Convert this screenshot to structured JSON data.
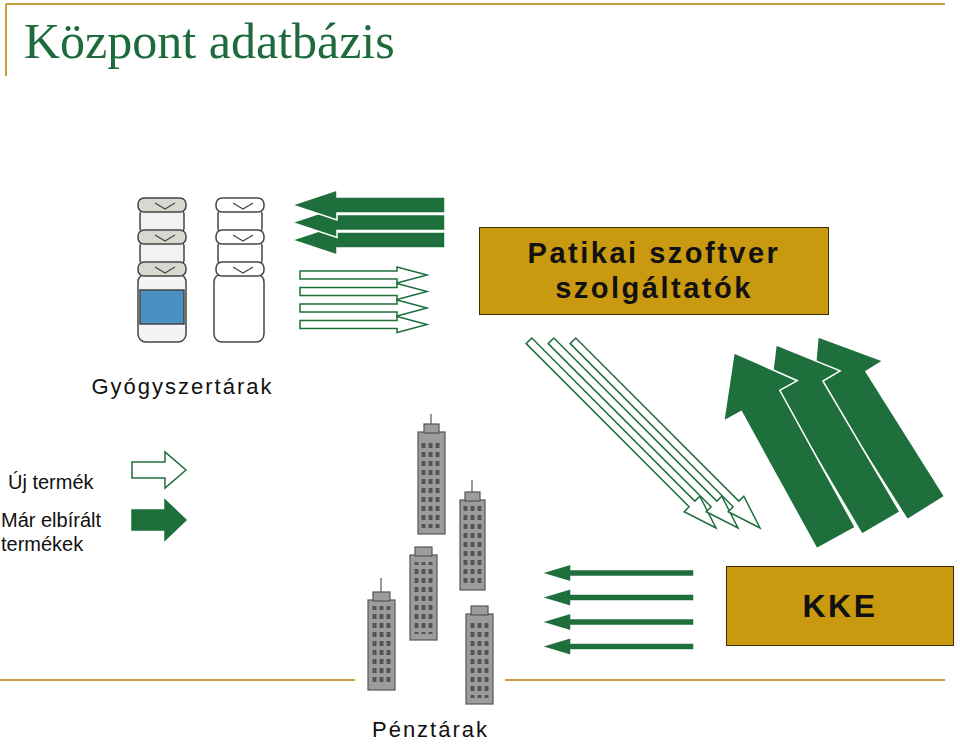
{
  "diagram": {
    "title": "Központ adatbázis",
    "nodes": [
      {
        "text": [
          "Gyógyszertárak"
        ]
      },
      {
        "text": [
          "Patikai szoftver szolgáltatók"
        ]
      },
      {
        "text": [
          "KKE"
        ]
      },
      {
        "text": [
          "Pénztárak"
        ]
      }
    ],
    "edges": [
      {
        "from": 0,
        "to": 1,
        "arrow": "to"
      },
      {
        "from": 1,
        "to": 0,
        "arrow": "to"
      },
      {
        "from": 1,
        "to": 2,
        "arrow": "to"
      },
      {
        "from": 2,
        "to": 1,
        "arrow": "to"
      },
      {
        "from": 2,
        "to": 3,
        "arrow": "to"
      }
    ],
    "legend": [
      {
        "text": "Új termék"
      },
      {
        "text": "Már elbírált termékek"
      }
    ]
  }
}
